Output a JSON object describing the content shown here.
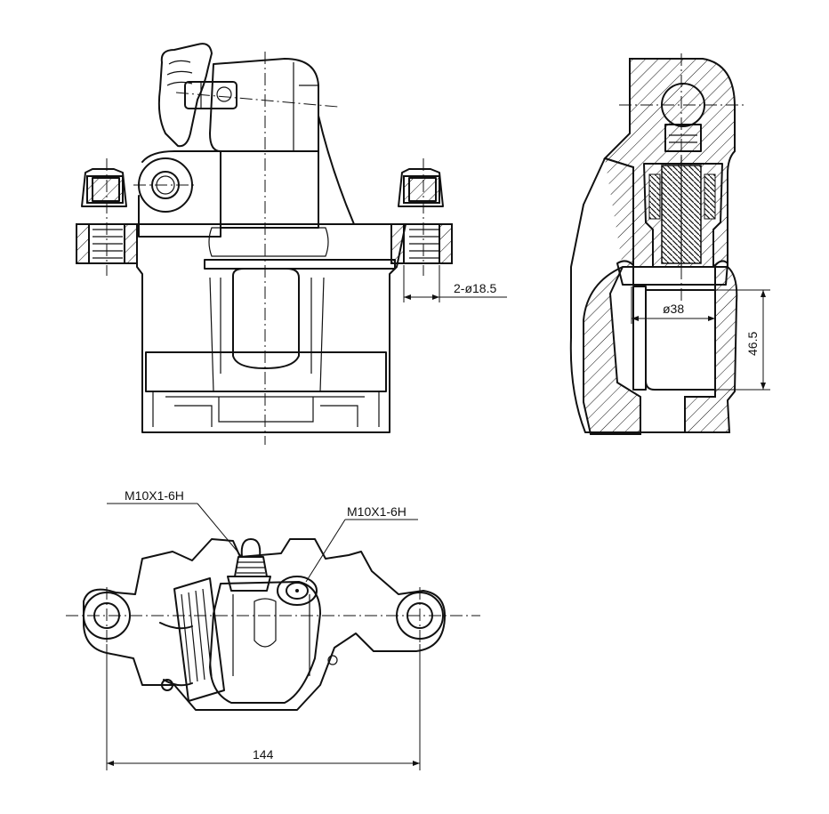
{
  "labels": {
    "pin_diameter": "2-ø18.5",
    "piston_diameter": "ø38",
    "piston_height": "46.5",
    "thread_left": "M10X1-6H",
    "thread_right": "M10X1-6H",
    "mount_spacing": "144"
  }
}
